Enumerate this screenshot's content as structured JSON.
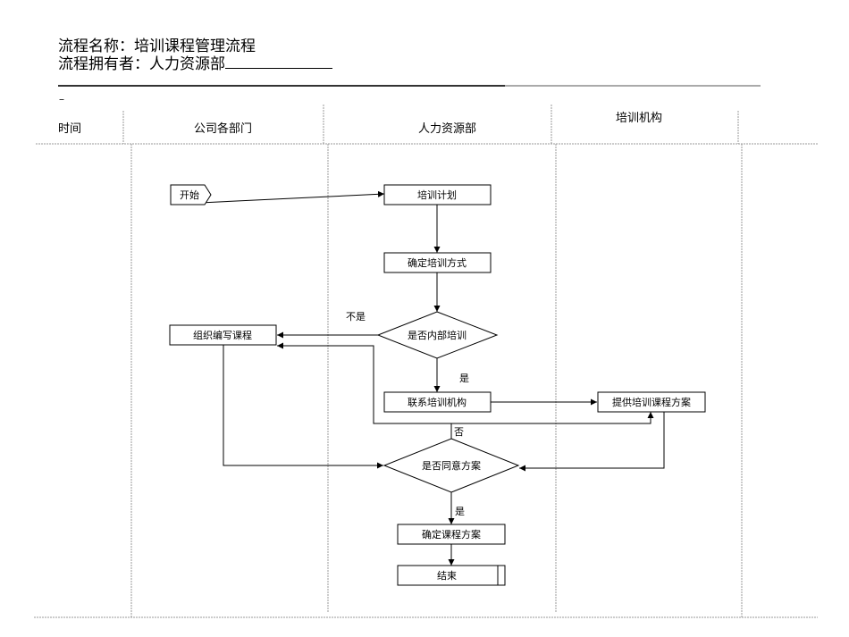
{
  "header": {
    "process_name_label": "流程名称：",
    "process_name": "培训课程管理流程",
    "owner_label": "流程拥有者：",
    "owner": "人力资源部"
  },
  "stray_mark": "–",
  "lanes": [
    {
      "id": "time",
      "label": "时间"
    },
    {
      "id": "departments",
      "label": "公司各部门"
    },
    {
      "id": "hr",
      "label": "人力资源部"
    },
    {
      "id": "training_org",
      "label": "培训机构"
    }
  ],
  "nodes": {
    "start": {
      "label": "开始",
      "shape": "terminator-pentagon"
    },
    "training_plan": {
      "label": "培训计划",
      "shape": "process"
    },
    "determine_method": {
      "label": "确定培训方式",
      "shape": "process"
    },
    "internal_decision": {
      "label": "是否内部培训",
      "shape": "decision"
    },
    "write_course": {
      "label": "组织编写课程",
      "shape": "process"
    },
    "contact_org": {
      "label": "联系培训机构",
      "shape": "process"
    },
    "provide_plan": {
      "label": "提供培训课程方案",
      "shape": "process"
    },
    "agree_decision": {
      "label": "是否同意方案",
      "shape": "decision"
    },
    "confirm_plan": {
      "label": "确定课程方案",
      "shape": "process"
    },
    "end": {
      "label": "结束",
      "shape": "terminator"
    }
  },
  "edge_labels": {
    "not_internal": "不是",
    "internal_yes": "是",
    "disagree": "否",
    "agree_yes": "是"
  },
  "edges": [
    {
      "from": "start",
      "to": "training_plan"
    },
    {
      "from": "training_plan",
      "to": "determine_method"
    },
    {
      "from": "determine_method",
      "to": "internal_decision"
    },
    {
      "from": "internal_decision",
      "to": "write_course",
      "label": "不是"
    },
    {
      "from": "internal_decision",
      "to": "contact_org",
      "label": "是"
    },
    {
      "from": "contact_org",
      "to": "provide_plan"
    },
    {
      "from": "write_course",
      "to": "agree_decision"
    },
    {
      "from": "provide_plan",
      "to": "agree_decision"
    },
    {
      "from": "agree_decision",
      "to": "write_course",
      "label": "否"
    },
    {
      "from": "agree_decision",
      "to": "provide_plan",
      "label": "否"
    },
    {
      "from": "agree_decision",
      "to": "confirm_plan",
      "label": "是"
    },
    {
      "from": "confirm_plan",
      "to": "end"
    }
  ]
}
